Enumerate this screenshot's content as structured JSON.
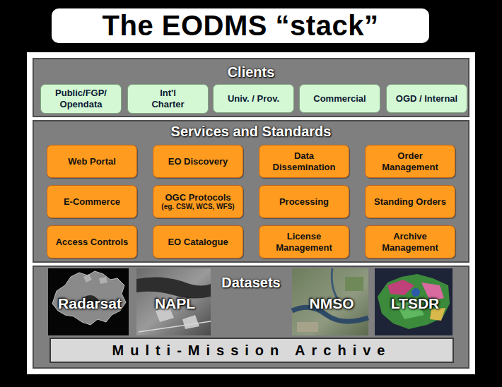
{
  "diagram": {
    "title": "The EODMS “stack”",
    "nodes": [
      {
        "text": [
          "Clients"
        ]
      },
      {
        "text": [
          "Public/FGP/ Opendata"
        ],
        "in": 0
      },
      {
        "text": [
          "Int'l Charter"
        ],
        "in": 0
      },
      {
        "text": [
          "Univ. / Prov."
        ],
        "in": 0
      },
      {
        "text": [
          "Commercial"
        ],
        "in": 0
      },
      {
        "text": [
          "OGD / Internal"
        ],
        "in": 0
      },
      {
        "text": [
          "Services and Standards"
        ]
      },
      {
        "text": [
          "Web Portal"
        ],
        "in": 6
      },
      {
        "text": [
          "EO Discovery"
        ],
        "in": 6
      },
      {
        "text": [
          "Data Dissemination"
        ],
        "in": 6
      },
      {
        "text": [
          "Order Management"
        ],
        "in": 6
      },
      {
        "text": [
          "E-Commerce"
        ],
        "in": 6
      },
      {
        "text": [
          "OGC Protocols",
          "(eg. CSW, WCS, WFS)"
        ],
        "in": 6
      },
      {
        "text": [
          "Processing"
        ],
        "in": 6
      },
      {
        "text": [
          "Standing Orders"
        ],
        "in": 6
      },
      {
        "text": [
          "Access Controls"
        ],
        "in": 6
      },
      {
        "text": [
          "EO Catalogue"
        ],
        "in": 6
      },
      {
        "text": [
          "License Management"
        ],
        "in": 6
      },
      {
        "text": [
          "Archive Management"
        ],
        "in": 6
      },
      {
        "text": [
          "Datasets"
        ]
      },
      {
        "text": [
          "Radarsat"
        ],
        "in": 19
      },
      {
        "text": [
          "NAPL"
        ],
        "in": 19
      },
      {
        "text": [
          "NMSO"
        ],
        "in": 19
      },
      {
        "text": [
          "LTSDR"
        ],
        "in": 19
      },
      {
        "text": [
          "Multi-Mission Archive"
        ],
        "in": 19
      }
    ]
  }
}
